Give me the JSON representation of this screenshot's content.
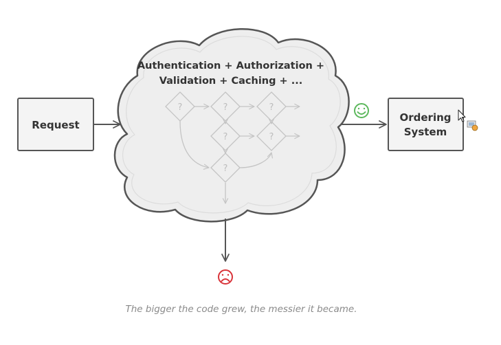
{
  "diagram": {
    "request_label": "Request",
    "ordering_label_line1": "Ordering",
    "ordering_label_line2": "System",
    "cloud_title_line1": "Authentication + Authorization +",
    "cloud_title_line2": "Validation + Caching + ...",
    "diamond_mark": "?",
    "caption": "The bigger the code grew, the messier it became."
  },
  "icons": {
    "happy": "smiley-face-icon",
    "sad": "frowning-face-icon",
    "cursor": "mouse-cursor-icon"
  },
  "colors": {
    "happy": "#5cb85c",
    "sad": "#d9343a",
    "cloud_fill": "#eeeeee",
    "box_fill": "#f4f4f4",
    "stroke": "#555555"
  }
}
